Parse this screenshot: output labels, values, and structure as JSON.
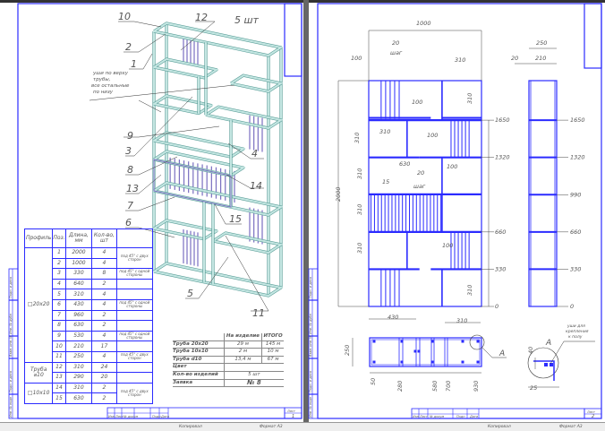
{
  "sheet1": {
    "qty_note": "5 шт",
    "callouts": [
      "10",
      "12",
      "2",
      "1",
      "9",
      "3",
      "4",
      "8",
      "13",
      "14",
      "7",
      "15",
      "6",
      "5",
      "11"
    ],
    "lug_note": [
      "уши по верху",
      "трубы,",
      "все остальные",
      "по низу"
    ],
    "parts_table": {
      "headers": [
        "Профиль",
        "Поз.",
        "Длина, мм",
        "Кол-во, шт",
        ""
      ],
      "groups": [
        {
          "profile": "□20x20",
          "rows": [
            {
              "pos": "1",
              "length": "2000",
              "qty": "4"
            },
            {
              "pos": "2",
              "length": "1000",
              "qty": "4"
            },
            {
              "pos": "3",
              "length": "330",
              "qty": "8"
            },
            {
              "pos": "4",
              "length": "640",
              "qty": "2"
            },
            {
              "pos": "5",
              "length": "310",
              "qty": "4"
            },
            {
              "pos": "6",
              "length": "430",
              "qty": "4"
            },
            {
              "pos": "7",
              "length": "960",
              "qty": "2"
            },
            {
              "pos": "8",
              "length": "630",
              "qty": "2"
            },
            {
              "pos": "9",
              "length": "530",
              "qty": "4"
            },
            {
              "pos": "10",
              "length": "210",
              "qty": "17"
            },
            {
              "pos": "11",
              "length": "250",
              "qty": "4"
            }
          ]
        },
        {
          "profile": "Труба ⌀10",
          "rows": [
            {
              "pos": "12",
              "length": "310",
              "qty": "24"
            },
            {
              "pos": "13",
              "length": "290",
              "qty": "20"
            }
          ]
        },
        {
          "profile": "□10x10",
          "rows": [
            {
              "pos": "14",
              "length": "310",
              "qty": "2"
            },
            {
              "pos": "15",
              "length": "630",
              "qty": "2"
            }
          ]
        }
      ],
      "notes": [
        {
          "start": "1",
          "span": 2,
          "text": "под 45° с двух сторон"
        },
        {
          "start": "3",
          "span": 1,
          "text": "под 45° с одной стороны"
        },
        {
          "start": "6",
          "span": 1,
          "text": "под 45° с одной стороны"
        },
        {
          "start": "9",
          "span": 1,
          "text": "под 45° с одной стороны"
        },
        {
          "start": "11",
          "span": 1,
          "text": "под 45° с двух сторон"
        },
        {
          "start": "14",
          "span": 2,
          "text": "под 45° с двух сторон"
        }
      ]
    },
    "summary": {
      "headers": [
        "",
        "На изделие",
        "ИТОГО"
      ],
      "rows": [
        [
          "Труба 20x20",
          "29 м",
          "145 м"
        ],
        [
          "Труба 10x10",
          "2 м",
          "10 м"
        ],
        [
          "Труба d10",
          "13,4 м",
          "67 м"
        ]
      ],
      "color_label": "Цвет",
      "color_value": "",
      "count_label": "Кол-во изделий",
      "count_value": "5 шт",
      "order_label": "Заявка",
      "order_value": "№ 8"
    },
    "sheet_no": "1"
  },
  "sheet2": {
    "dims": {
      "width": "1000",
      "height": "2000",
      "step_w": "20",
      "step": "шаг",
      "d100": "100",
      "d310": "310",
      "d630": "630",
      "d15": "15",
      "d430": "430",
      "depth": "250",
      "inner": "210",
      "d20": "20"
    },
    "levels": [
      "1650",
      "1320",
      "990",
      "660",
      "330",
      "0"
    ],
    "front_levels": [
      "1650",
      "1320",
      "660",
      "330",
      "0"
    ],
    "top_dims": [
      "50",
      "280",
      "580",
      "700",
      "930"
    ],
    "detail": {
      "label": "A",
      "note": [
        "уши для",
        "крепления",
        "к полу"
      ],
      "d40": "40",
      "d25": "25"
    },
    "sheet_no": "2"
  },
  "stamp": {
    "cols": [
      "Изм",
      "Лист",
      "№ докум",
      "Подп",
      "Дата"
    ],
    "sheet_label": "Лист",
    "copied": "Копировал",
    "format": "Формат   A3"
  },
  "side_stamp": [
    "Подп. и дата",
    "Инв. № дубл",
    "Взам. инв. №",
    "Подп. и дата",
    "Инв. № подл"
  ],
  "colors": {
    "frame": "#2b2bff",
    "iso_pipe": "#c4e6e2",
    "iso_rod": "#7a6fc0",
    "dim": "#555555"
  }
}
